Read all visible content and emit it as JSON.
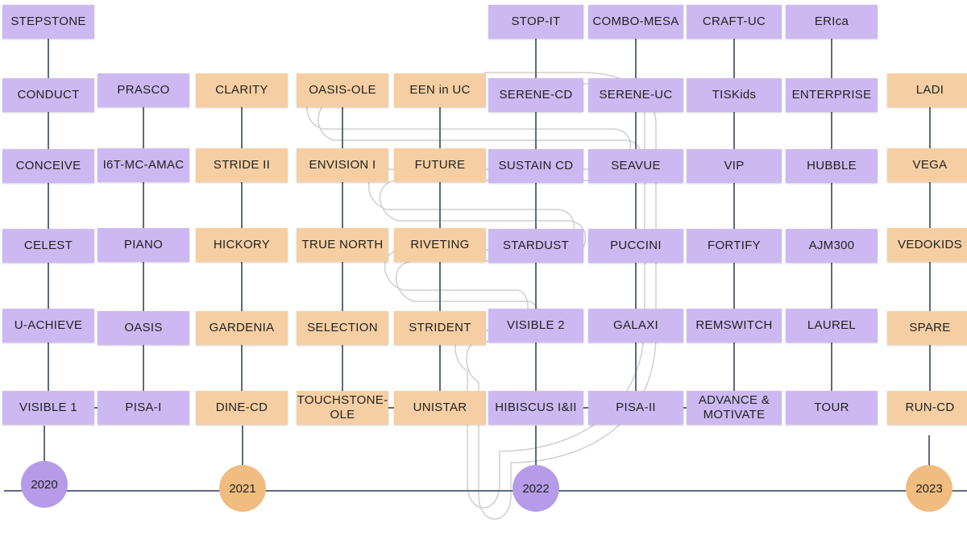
{
  "colors": {
    "purple": "#cdb9f2",
    "orange": "#f5cfa3",
    "purple_dot": "#b59be8",
    "orange_dot": "#f0bc7f",
    "line": "#5f6b7a"
  },
  "years": [
    {
      "label": "2020",
      "color": "purple"
    },
    {
      "label": "2021",
      "color": "orange"
    },
    {
      "label": "2022",
      "color": "purple"
    },
    {
      "label": "2023",
      "color": "orange"
    }
  ],
  "columns": [
    {
      "color": "purple",
      "items": [
        "STEPSTONE",
        "CONDUCT",
        "CONCEIVE",
        "CELEST",
        "U-ACHIEVE",
        "VISIBLE 1"
      ]
    },
    {
      "color": "purple",
      "items": [
        "PRASCO",
        "I6T-MC-AMAC",
        "PIANO",
        "OASIS",
        "PISA-I"
      ]
    },
    {
      "color": "orange",
      "items": [
        "CLARITY",
        "STRIDE II",
        "HICKORY",
        "GARDENIA",
        "DINE-CD"
      ]
    },
    {
      "color": "orange",
      "items": [
        "OASIS-OLE",
        "ENVISION I",
        "TRUE NORTH",
        "SELECTION",
        "TOUCHSTONE-OLE"
      ]
    },
    {
      "color": "orange",
      "items": [
        "EEN in UC",
        "FUTURE",
        "RIVETING",
        "STRIDENT",
        "UNISTAR"
      ]
    },
    {
      "color": "purple",
      "items": [
        "STOP-IT",
        "SERENE-CD",
        "SUSTAIN CD",
        "STARDUST",
        "VISIBLE 2",
        "HIBISCUS I&II"
      ]
    },
    {
      "color": "purple",
      "items": [
        "COMBO-MESA",
        "SERENE-UC",
        "SEAVUE",
        "PUCCINI",
        "GALAXI",
        "PISA-II"
      ]
    },
    {
      "color": "purple",
      "items": [
        "CRAFT-UC",
        "TISKids",
        "VIP",
        "FORTIFY",
        "REMSWITCH",
        "ADVANCE & MOTIVATE"
      ]
    },
    {
      "color": "purple",
      "items": [
        "ERIca",
        "ENTERPRISE",
        "HUBBLE",
        "AJM300",
        "LAUREL",
        "TOUR"
      ]
    },
    {
      "color": "orange",
      "items": [
        "LADI",
        "VEGA",
        "VEDOKIDS",
        "SPARE",
        "RUN-CD"
      ]
    }
  ]
}
